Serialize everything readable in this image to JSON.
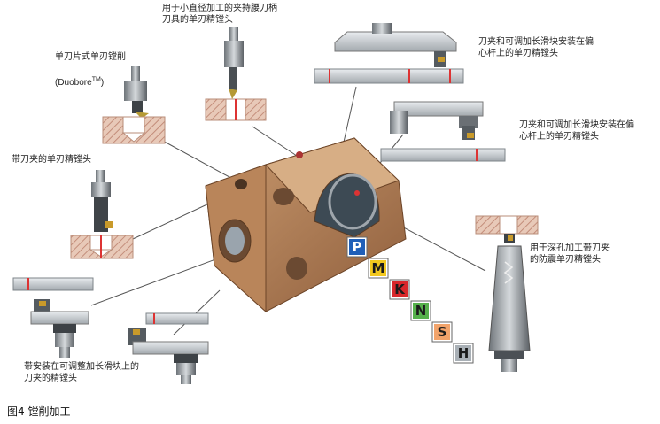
{
  "labels": {
    "top_center": "用于小直径加工的夹持腰刀柄\n刀具的单刃精镗头",
    "top_left_title": "单刀片式单刃镗削",
    "top_left_sub": "(Duobore",
    "top_left_tm": "TM",
    "top_left_end": ")",
    "top_right": "刀夹和可调加长滑块安装在偏\n心杆上的单刃精镗头",
    "mid_right": "刀夹和可调加长滑块安装在偏\n心杆上的单刃精镗头",
    "left_mid": "带刀夹的单刃精镗头",
    "right_deep": "用于深孔加工带刀夹\n的防震单刃精镗头",
    "bottom_left": "带安装在可调整加长滑块上的\n刀夹的精镗头"
  },
  "caption": "图4 镗削加工",
  "materials": [
    {
      "letter": "P",
      "color": "#1f5fb8"
    },
    {
      "letter": "M",
      "color": "#f2c81e"
    },
    {
      "letter": "K",
      "color": "#d8262a"
    },
    {
      "letter": "N",
      "color": "#55b04a"
    },
    {
      "letter": "S",
      "color": "#f2a36a"
    },
    {
      "letter": "H",
      "color": "#a9b0b6"
    }
  ]
}
